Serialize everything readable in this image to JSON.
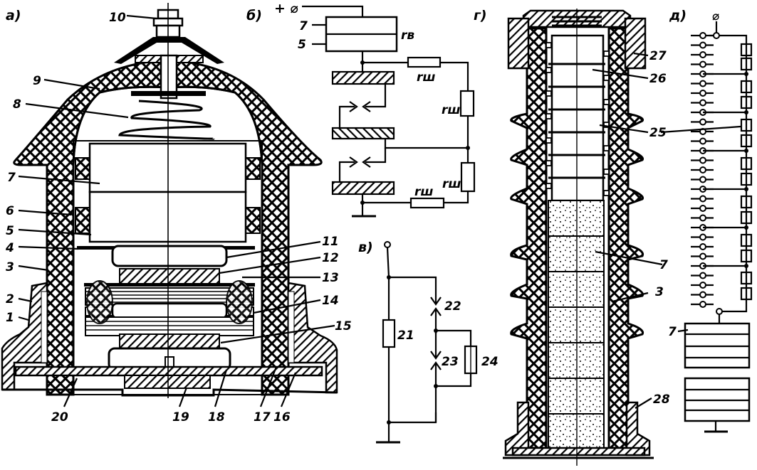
{
  "figure": {
    "panels": [
      {
        "id": "a",
        "label": "а)",
        "description": "Cross-section of valve-type arrester element"
      },
      {
        "id": "b",
        "label": "б)",
        "description": "Circuit with shunt resistors"
      },
      {
        "id": "v",
        "label": "в)",
        "description": "Circuit with gaps and resistors"
      },
      {
        "id": "g",
        "label": "г)",
        "description": "Cross-section of arrester column"
      },
      {
        "id": "d",
        "label": "д)",
        "description": "Circuit of gap stack with resistors"
      }
    ],
    "panel_a_callouts": [
      "10",
      "9",
      "8",
      "7",
      "6",
      "5",
      "4",
      "3",
      "2",
      "1",
      "11",
      "12",
      "13",
      "14",
      "15",
      "20",
      "19",
      "18",
      "17",
      "16"
    ],
    "panel_b": {
      "terminal": "+ ⌀",
      "labels": {
        "upper": "7",
        "lower": "5",
        "rv": "rв",
        "rsh1": "rш",
        "rsh2": "rш",
        "rsh3": "rш",
        "rsh4": "rш"
      }
    },
    "panel_v": {
      "labels": {
        "r21": "21",
        "g22": "22",
        "g23": "23",
        "r24": "24"
      }
    },
    "panel_g": {
      "callouts": [
        "27",
        "26",
        "25",
        "7",
        "3",
        "28"
      ]
    },
    "panel_d": {
      "terminal": "⌀",
      "callout": "7"
    }
  }
}
